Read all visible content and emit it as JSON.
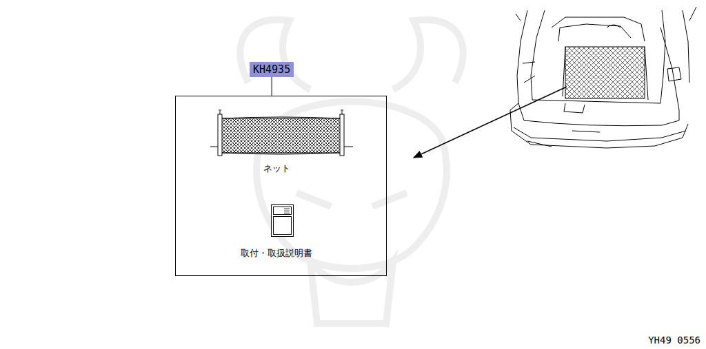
{
  "diagram": {
    "nodes": [
      {
        "text": [
          "KH4935"
        ]
      },
      {
        "text": [
          "ネット",
          "取付・取扱説明書"
        ]
      }
    ],
    "edges": [
      {
        "from": 0,
        "to": 1,
        "arrow": "none"
      }
    ],
    "labels": [
      "YH49 0556"
    ]
  }
}
